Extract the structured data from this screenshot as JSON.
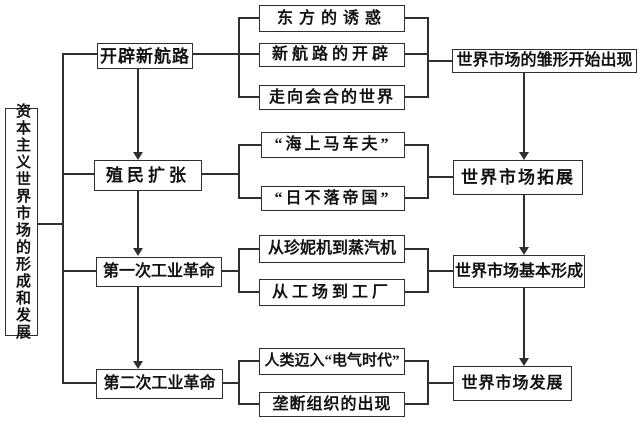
{
  "diagram": {
    "root_label": "资本主义世界市场的形成和发展",
    "rows": [
      {
        "stage": "开辟新航路",
        "events": [
          "东方的诱惑",
          "新航路的开辟",
          "走向会合的世界"
        ],
        "result": "世界市场的雏形开始出现"
      },
      {
        "stage": "殖民扩张",
        "events": [
          "“海上马车夫”",
          "“日不落帝国”"
        ],
        "result": "世界市场拓展"
      },
      {
        "stage": "第一次工业革命",
        "events": [
          "从珍妮机到蒸汽机",
          "从工场到工厂"
        ],
        "result": "世界市场基本形成"
      },
      {
        "stage": "第二次工业革命",
        "events": [
          "人类迈入“电气时代”",
          "垄断组织的出现"
        ],
        "result": "世界市场发展"
      }
    ],
    "colors": {
      "line": "#2f2f2f",
      "border": "#2f2f2f",
      "text": "#111111",
      "background": "#ffffff"
    }
  }
}
